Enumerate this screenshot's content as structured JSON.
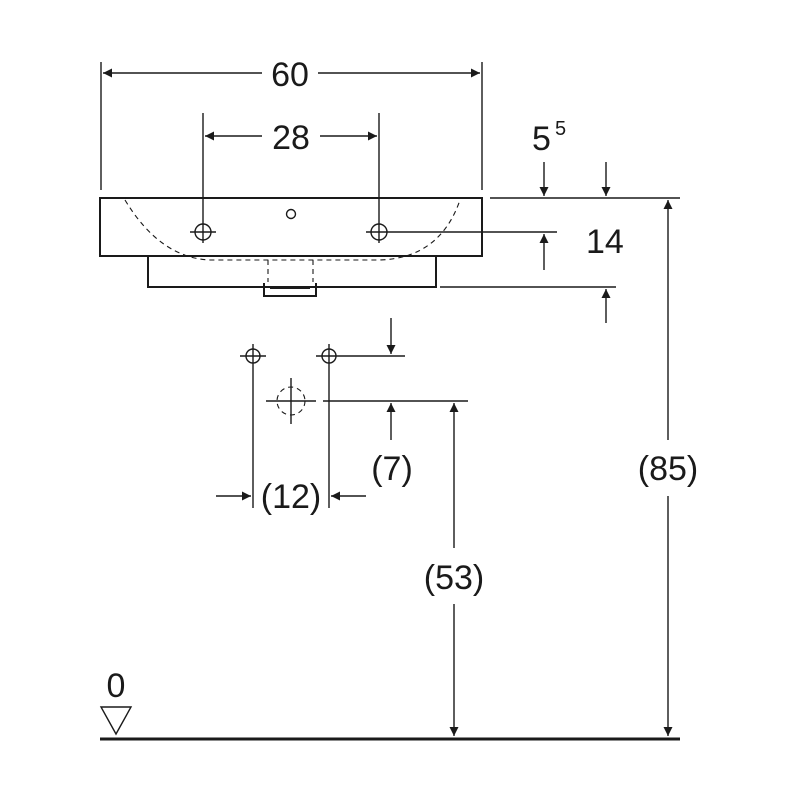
{
  "dimensions": {
    "overall_width": "60",
    "tap_hole_spacing": "28",
    "top_offset_main": "5",
    "top_offset_sup": "5",
    "bowl_depth": "14",
    "bracket_vertical": "(7)",
    "bracket_spacing": "(12)",
    "bracket_height": "(53)",
    "total_height": "(85)",
    "floor_level": "0"
  }
}
